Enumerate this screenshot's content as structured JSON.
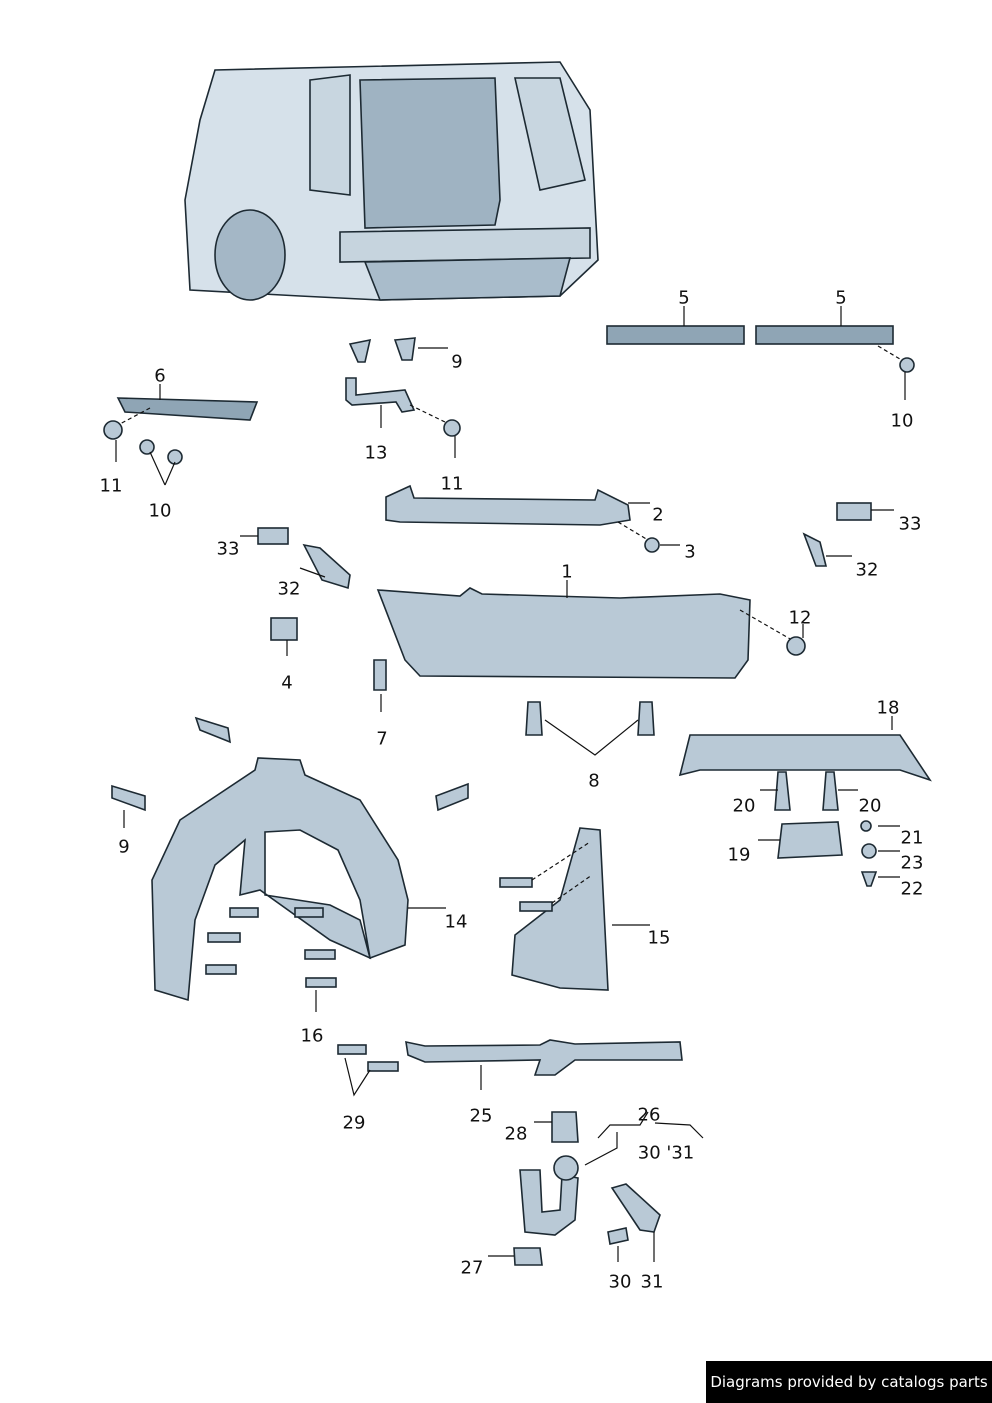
{
  "callouts": [
    "5",
    "5",
    "9",
    "6",
    "10",
    "13",
    "11",
    "11",
    "10",
    "2",
    "33",
    "3",
    "33",
    "32",
    "1",
    "32",
    "12",
    "4",
    "18",
    "7",
    "8",
    "20",
    "20",
    "21",
    "9",
    "19",
    "23",
    "22",
    "14",
    "15",
    "16",
    "25",
    "29",
    "26",
    "28",
    "30 '31",
    "27",
    "30",
    "31"
  ],
  "footer": {
    "text": "Diagrams provided by catalogs parts"
  },
  "colors": {
    "part_fill": "#b9c9d6",
    "outline": "#1d2a33",
    "footer_bg": "#000000"
  }
}
